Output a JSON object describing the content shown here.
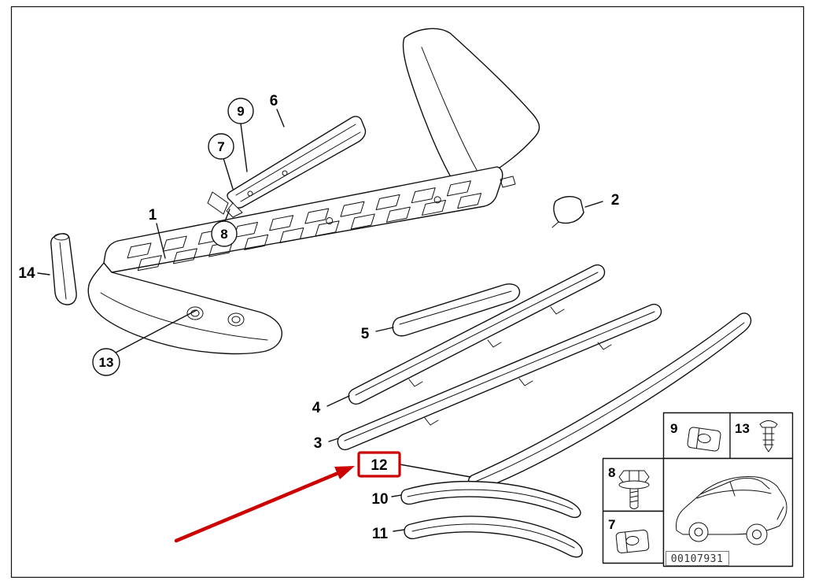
{
  "colors": {
    "line": "#111111",
    "accent": "#cc0000",
    "background": "#ffffff"
  },
  "callouts": {
    "n1": "1",
    "n2": "2",
    "n3": "3",
    "n4": "4",
    "n5": "5",
    "n6": "6",
    "n7": "7",
    "n8": "8",
    "n9": "9",
    "n10": "10",
    "n11": "11",
    "n12": "12",
    "n13": "13",
    "n14": "14"
  },
  "inset": {
    "clip_top": "9",
    "rivet": "13",
    "bolt": "8",
    "clip_bottom": "7",
    "diagram_number": "00107931"
  }
}
